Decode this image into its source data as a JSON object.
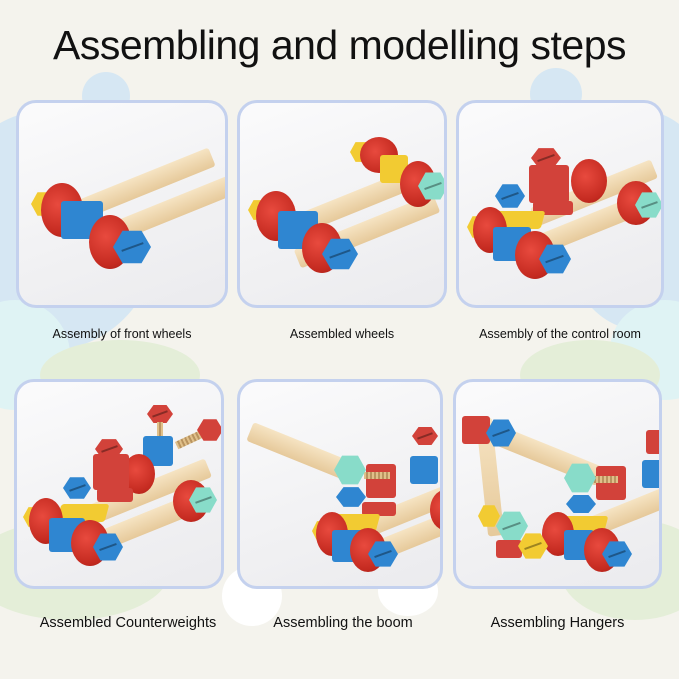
{
  "title": "Assembling and modelling steps",
  "steps": [
    {
      "caption": "Assembly of front wheels",
      "image": "front-wheels-assembly-photo"
    },
    {
      "caption": "Assembled wheels",
      "image": "assembled-wheels-photo"
    },
    {
      "caption": "Assembly of the control room",
      "image": "control-room-assembly-photo"
    },
    {
      "caption": "Assembled Counterweights",
      "image": "counterweights-assembly-photo"
    },
    {
      "caption": "Assembling the boom",
      "image": "boom-assembly-photo"
    },
    {
      "caption": "Assembling Hangers",
      "image": "hangers-assembly-photo"
    }
  ],
  "colors": {
    "background": "#f4f3ed",
    "panel_border": "#c4d1ee",
    "bubble_blue": "#d6e7f3",
    "bubble_green": "#e4eed8",
    "piece_red": "#d2423a",
    "piece_blue": "#2f86d1",
    "piece_yellow": "#f2cb32",
    "piece_mint": "#88dcc9",
    "wood": "#f0dab2"
  }
}
